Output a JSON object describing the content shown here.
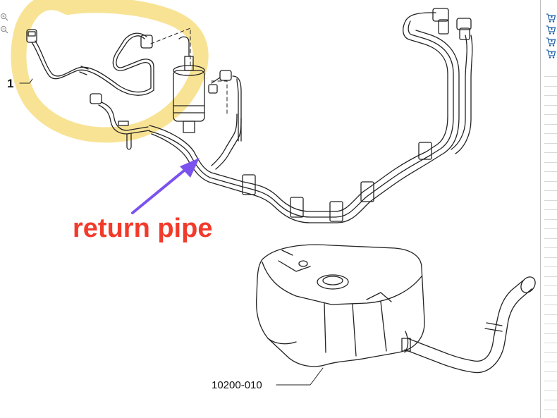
{
  "labels": {
    "part_number": "10200-010",
    "callout": "1",
    "annotation": "return pipe"
  },
  "colors": {
    "annotation_text": "#f23a2b",
    "arrow": "#7b52ee",
    "highlight": "#f7e08a",
    "line": "#222222"
  },
  "side_panel": {
    "icons": [
      "cart-icon",
      "cart-icon",
      "cart-icon",
      "cart-icon"
    ]
  },
  "zoom_controls": [
    "zoom-in-icon",
    "zoom-out-icon"
  ]
}
